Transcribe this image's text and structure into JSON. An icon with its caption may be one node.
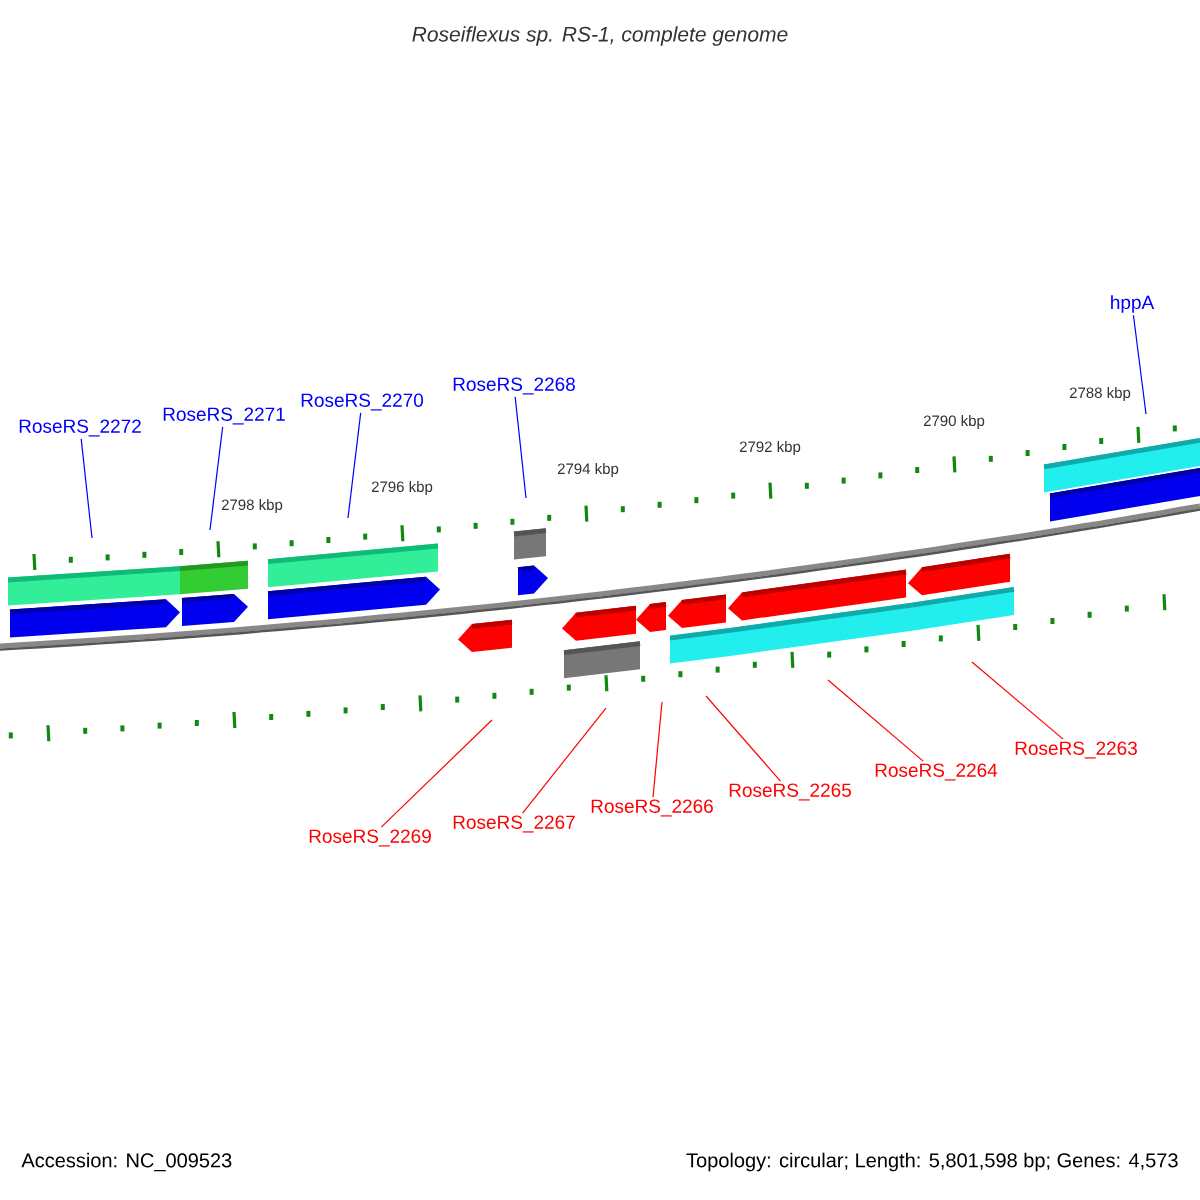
{
  "diagram": {
    "title": "Roseiflexus sp. RS-1, complete genome",
    "nodes": [
      {
        "text": [
          "hppA"
        ]
      },
      {
        "text": [
          "RoseRS_2268"
        ]
      },
      {
        "text": [
          "RoseRS_2270"
        ]
      },
      {
        "text": [
          "RoseRS_2271"
        ]
      },
      {
        "text": [
          "RoseRS_2272"
        ]
      },
      {
        "text": [
          "RoseRS_2263"
        ]
      },
      {
        "text": [
          "RoseRS_2264"
        ]
      },
      {
        "text": [
          "RoseRS_2265"
        ]
      },
      {
        "text": [
          "RoseRS_2266"
        ]
      },
      {
        "text": [
          "RoseRS_2267"
        ]
      },
      {
        "text": [
          "RoseRS_2269"
        ]
      }
    ],
    "edges": [
      {
        "from": 0,
        "to": null,
        "arrow": "none",
        "color": "#0000ff"
      },
      {
        "from": 1,
        "to": null,
        "arrow": "none",
        "color": "#0000ff"
      },
      {
        "from": 2,
        "to": null,
        "arrow": "none",
        "color": "#0000ff"
      },
      {
        "from": 3,
        "to": null,
        "arrow": "none",
        "color": "#0000ff"
      },
      {
        "from": 4,
        "to": null,
        "arrow": "none",
        "color": "#0000ff"
      },
      {
        "from": 5,
        "to": null,
        "arrow": "none"
      },
      {
        "from": 6,
        "to": null,
        "arrow": "none"
      },
      {
        "from": 7,
        "to": null,
        "arrow": "none"
      },
      {
        "from": 8,
        "to": null,
        "arrow": "none"
      },
      {
        "from": 9,
        "to": null,
        "arrow": "none"
      },
      {
        "from": 10,
        "to": null,
        "arrow": "none"
      }
    ],
    "labels": [
      "2788 kbp",
      "2790 kbp",
      "2792 kbp",
      "2794 kbp",
      "2796 kbp",
      "2798 kbp",
      "Accession: NC_009523",
      "Topology: circular; Length: 5,801,598 bp; Genes: 4,573"
    ]
  }
}
